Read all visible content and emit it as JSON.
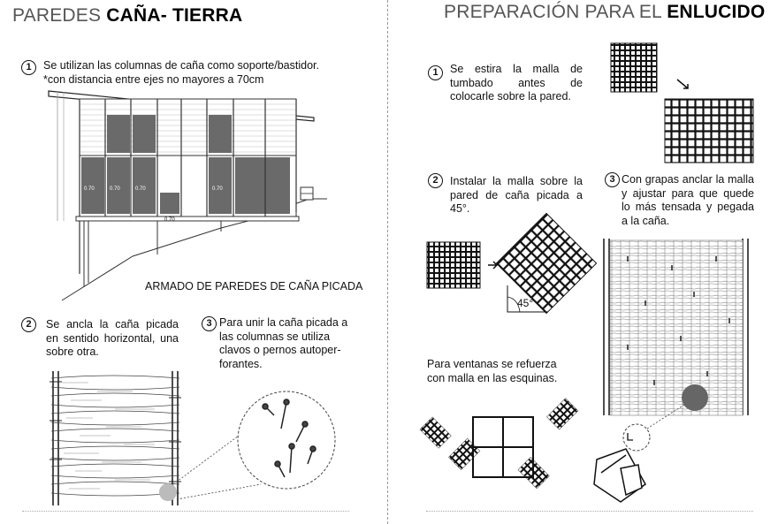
{
  "left": {
    "title_light": "PAREDES ",
    "title_bold": "CAÑA- TIERRA",
    "step1": {
      "num": "1",
      "line1": "Se utilizan las columnas de caña como soporte/bastidor.",
      "line2": "*con distancia entre ejes no mayores a 70cm"
    },
    "elevation": {
      "dims": [
        "0.70",
        "0.70",
        "0.70",
        "0.70"
      ],
      "bottom_dim": "0.70",
      "caption": "ARMADO DE PAREDES DE CAÑA PICADA"
    },
    "step2": {
      "num": "2",
      "text": "Se ancla la caña picada en sentido horizontal, una sobre otra."
    },
    "step3": {
      "num": "3",
      "text": "Para unir la caña picada a las columnas se utiliza clavos o pernos autoper-forantes."
    }
  },
  "right": {
    "title_light": "PREPARACIÓN PARA EL ",
    "title_bold": "ENLUCIDO",
    "step1": {
      "num": "1",
      "text": "Se estira la malla de tumbado antes de colocarle sobre la pared."
    },
    "step2": {
      "num": "2",
      "text": "Instalar la malla sobre la pared de caña picada a 45°."
    },
    "angle_label": "45°",
    "step3": {
      "num": "3",
      "text": "Con grapas anclar la malla y ajustar para que quede lo más tensada y pegada a la caña."
    },
    "windows_note": "Para ventanas se refuerza con malla en las esquinas."
  }
}
